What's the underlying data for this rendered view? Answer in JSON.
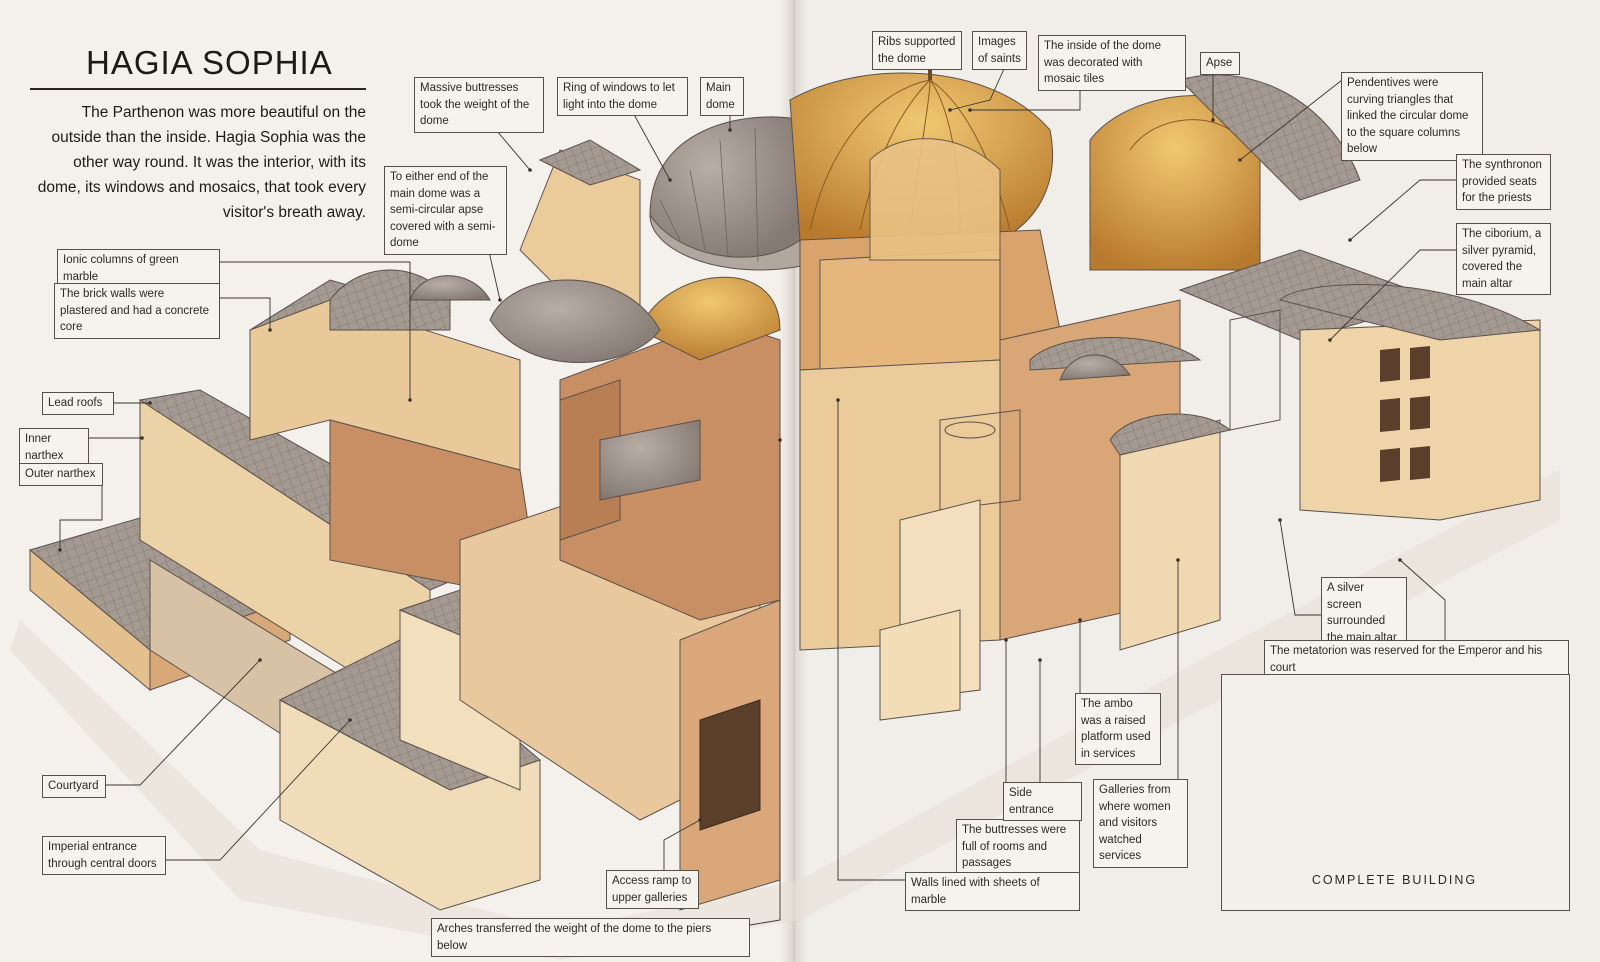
{
  "title": "HAGIA SOPHIA",
  "intro": "The Parthenon was more beautiful on the outside than the inside. Hagia Sophia was the other way round. It was the interior, with its dome, its windows and mosaics, that took every visitor's breath away.",
  "labels": [
    "Ribs supported the dome",
    "Images of saints",
    "The inside of the dome was decorated with mosaic tiles",
    "Apse",
    "Pendentives were curving triangles that linked the circular dome to the square columns below",
    "The synthronon provided seats for the priests",
    "The ciborium, a silver pyramid, covered the main altar",
    "Massive buttresses took the weight of the dome",
    "Ring of windows to let light into the dome",
    "Main dome",
    "To either end of the main dome was a semi-circular apse covered with a semi-dome",
    "Ionic columns of green marble",
    "The brick walls were plastered and had a concrete core",
    "Lead roofs",
    "Inner narthex",
    "Outer narthex",
    "Courtyard",
    "Imperial entrance through central doors",
    "Access ramp to upper galleries",
    "Arches transferred the weight of the dome to the piers below",
    "The buttresses were full of rooms and passages",
    "Walls lined with sheets of marble",
    "Side entrance",
    "Galleries from where women and visitors watched services",
    "The ambo was a raised platform used in services",
    "A silver screen surrounded the main altar",
    "The metatorion was reserved for the Emperor and his court"
  ],
  "inset": {
    "caption": "COMPLETE BUILDING"
  },
  "colors": {
    "paper": "#f3efea",
    "roof": "#9b9089",
    "wall": "#e6c79a",
    "wall_dark": "#c7936a",
    "interior": "#d9a46f",
    "mosaic": "#d49a3b",
    "floor": "#c6c0b8",
    "ink": "#3a332d"
  }
}
